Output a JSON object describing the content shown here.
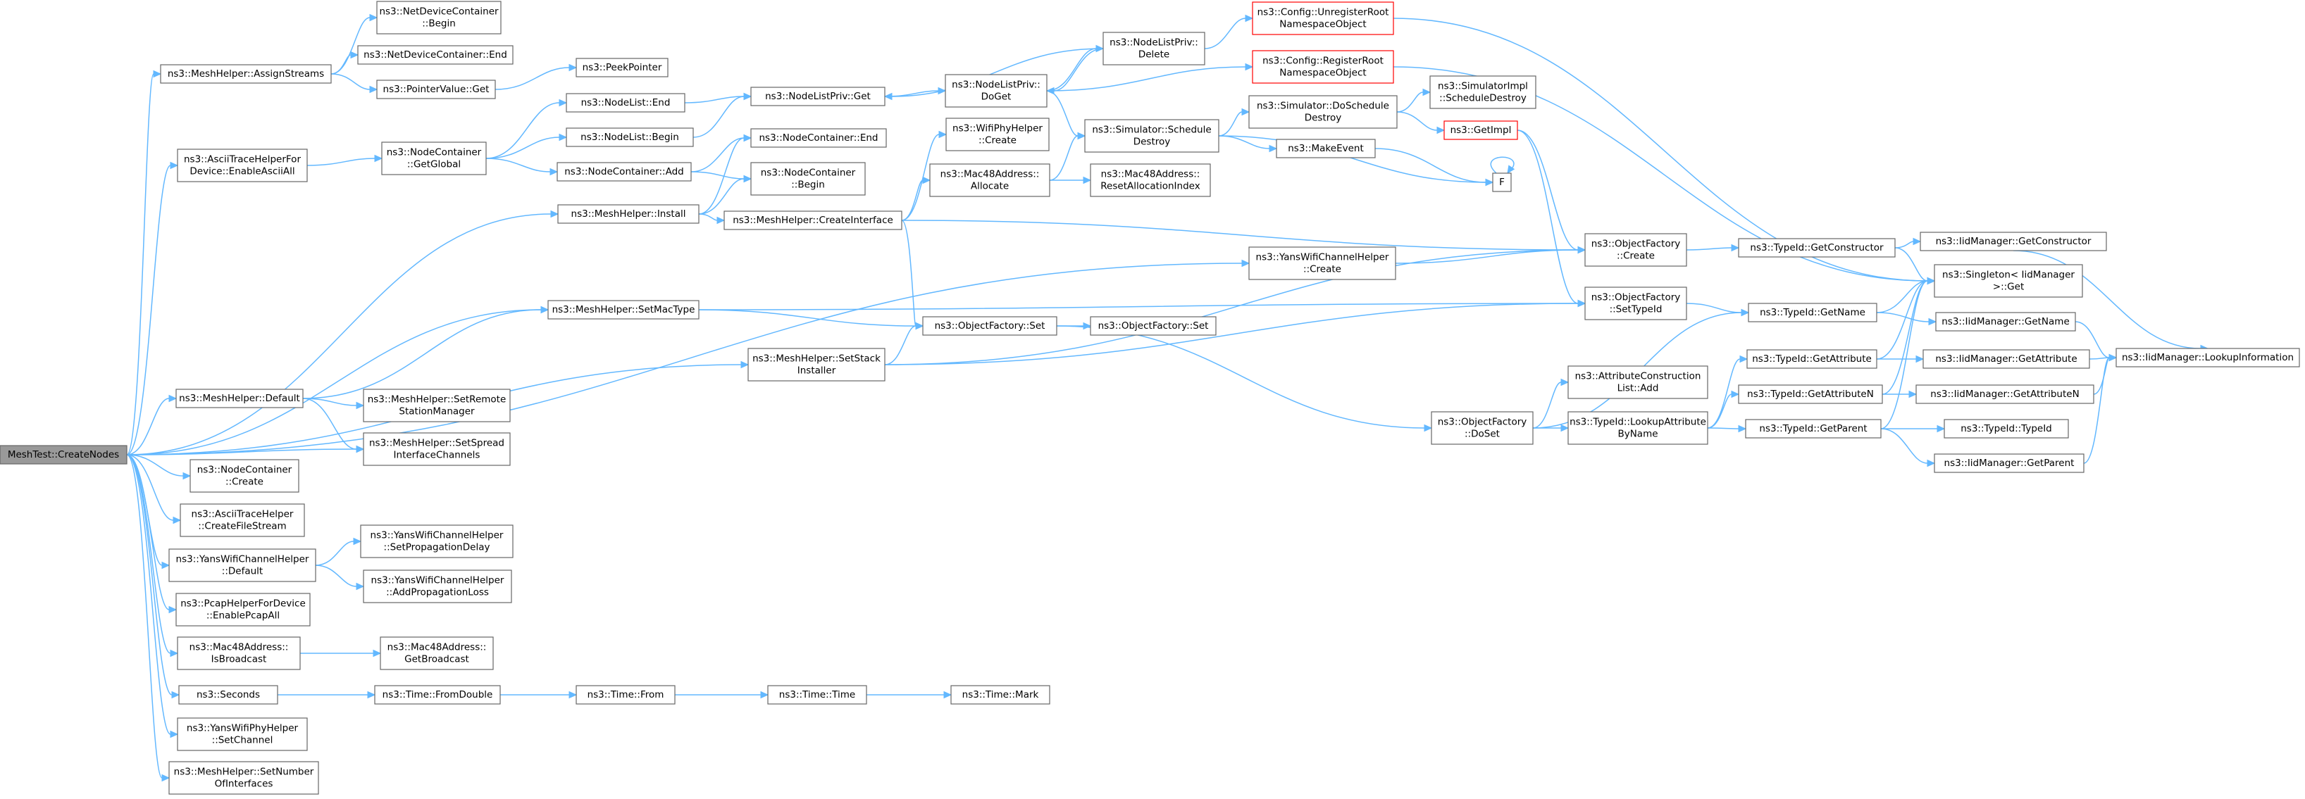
{
  "colors": {
    "edge": "#63b8ff",
    "node_border": "#666666",
    "root_fill": "#999999",
    "highlight_border": "#ff0000"
  },
  "nodes": {
    "root": [
      "MeshTest::CreateNodes"
    ],
    "assign_streams": [
      "ns3::MeshHelper::AssignStreams"
    ],
    "ndc_begin": [
      "ns3::NetDeviceContainer",
      "::Begin"
    ],
    "ndc_end": [
      "ns3::NetDeviceContainer::End"
    ],
    "pointervalue_get": [
      "ns3::PointerValue::Get"
    ],
    "peekpointer": [
      "ns3::PeekPointer"
    ],
    "ascii_enable": [
      "ns3::AsciiTraceHelperFor",
      "Device::EnableAsciiAll"
    ],
    "nc_getglobal": [
      "ns3::NodeContainer",
      "::GetGlobal"
    ],
    "nodelist_end": [
      "ns3::NodeList::End"
    ],
    "nodelist_begin": [
      "ns3::NodeList::Begin"
    ],
    "nc_add": [
      "ns3::NodeContainer::Add"
    ],
    "nc_end": [
      "ns3::NodeContainer::End"
    ],
    "nc_begin": [
      "ns3::NodeContainer",
      "::Begin"
    ],
    "nlp_get": [
      "ns3::NodeListPriv::Get"
    ],
    "nlp_doget": [
      "ns3::NodeListPriv::",
      "DoGet"
    ],
    "nlp_delete": [
      "ns3::NodeListPriv::",
      "Delete"
    ],
    "cfg_unreg": [
      "ns3::Config::UnregisterRoot",
      "NamespaceObject"
    ],
    "cfg_reg": [
      "ns3::Config::RegisterRoot",
      "NamespaceObject"
    ],
    "sim_doschedule": [
      "ns3::Simulator::DoSchedule",
      "Destroy"
    ],
    "simimpl_sched": [
      "ns3::SimulatorImpl",
      "::ScheduleDestroy"
    ],
    "sim_schedule": [
      "ns3::Simulator::Schedule",
      "Destroy"
    ],
    "getimpl": [
      "ns3::GetImpl"
    ],
    "makeevent": [
      "ns3::MakeEvent"
    ],
    "f": [
      "F"
    ],
    "wifiphy_create": [
      "ns3::WifiPhyHelper",
      "::Create"
    ],
    "mac48_allocate": [
      "ns3::Mac48Address::",
      "Allocate"
    ],
    "mac48_reset": [
      "ns3::Mac48Address::",
      "ResetAllocationIndex"
    ],
    "mh_install": [
      "ns3::MeshHelper::Install"
    ],
    "mh_createif": [
      "ns3::MeshHelper::CreateInterface"
    ],
    "of_create": [
      "ns3::ObjectFactory",
      "::Create"
    ],
    "typeid_getctor": [
      "ns3::TypeId::GetConstructor"
    ],
    "iid_getctor": [
      "ns3::IidManager::GetConstructor"
    ],
    "singleton_get": [
      "ns3::Singleton< IidManager",
      ">::Get"
    ],
    "yans_ch_create": [
      "ns3::YansWifiChannelHelper",
      "::Create"
    ],
    "mh_setmactype": [
      "ns3::MeshHelper::SetMacType"
    ],
    "of_set": [
      "ns3::ObjectFactory::Set"
    ],
    "of_set2": [
      "ns3::ObjectFactory::Set"
    ],
    "of_settypeid": [
      "ns3::ObjectFactory",
      "::SetTypeId"
    ],
    "typeid_getname": [
      "ns3::TypeId::GetName"
    ],
    "iid_getname": [
      "ns3::IidManager::GetName"
    ],
    "mh_setstack": [
      "ns3::MeshHelper::SetStack",
      "Installer"
    ],
    "iid_lookup": [
      "ns3::IidManager::LookupInformation"
    ],
    "typeid_getattr": [
      "ns3::TypeId::GetAttribute"
    ],
    "iid_getattr": [
      "ns3::IidManager::GetAttribute"
    ],
    "mh_default": [
      "ns3::MeshHelper::Default"
    ],
    "mh_setremote": [
      "ns3::MeshHelper::SetRemote",
      "StationManager"
    ],
    "attrcons_add": [
      "ns3::AttributeConstruction",
      "List::Add"
    ],
    "typeid_getattrn": [
      "ns3::TypeId::GetAttributeN"
    ],
    "iid_getattrn": [
      "ns3::IidManager::GetAttributeN"
    ],
    "of_doset": [
      "ns3::ObjectFactory",
      "::DoSet"
    ],
    "typeid_lookup": [
      "ns3::TypeId::LookupAttribute",
      "ByName"
    ],
    "typeid_getparent": [
      "ns3::TypeId::GetParent"
    ],
    "typeid_typeid": [
      "ns3::TypeId::TypeId"
    ],
    "mh_setspread": [
      "ns3::MeshHelper::SetSpread",
      "InterfaceChannels"
    ],
    "iid_getparent": [
      "ns3::IidManager::GetParent"
    ],
    "nc_create": [
      "ns3::NodeContainer",
      "::Create"
    ],
    "ascii_createfile": [
      "ns3::AsciiTraceHelper",
      "::CreateFileStream"
    ],
    "yans_ch_default": [
      "ns3::YansWifiChannelHelper",
      "::Default"
    ],
    "yans_setprop": [
      "ns3::YansWifiChannelHelper",
      "::SetPropagationDelay"
    ],
    "yans_addprop": [
      "ns3::YansWifiChannelHelper",
      "::AddPropagationLoss"
    ],
    "pcap_enable": [
      "ns3::PcapHelperForDevice",
      "::EnablePcapAll"
    ],
    "mac48_isbcast": [
      "ns3::Mac48Address::",
      "IsBroadcast"
    ],
    "mac48_getbcast": [
      "ns3::Mac48Address::",
      "GetBroadcast"
    ],
    "seconds": [
      "ns3::Seconds"
    ],
    "time_fromdouble": [
      "ns3::Time::FromDouble"
    ],
    "time_from": [
      "ns3::Time::From"
    ],
    "time_time": [
      "ns3::Time::Time"
    ],
    "time_mark": [
      "ns3::Time::Mark"
    ],
    "yansphy_setch": [
      "ns3::YansWifiPhyHelper",
      "::SetChannel"
    ],
    "mh_setnumif": [
      "ns3::MeshHelper::SetNumber",
      "OfInterfaces"
    ]
  }
}
